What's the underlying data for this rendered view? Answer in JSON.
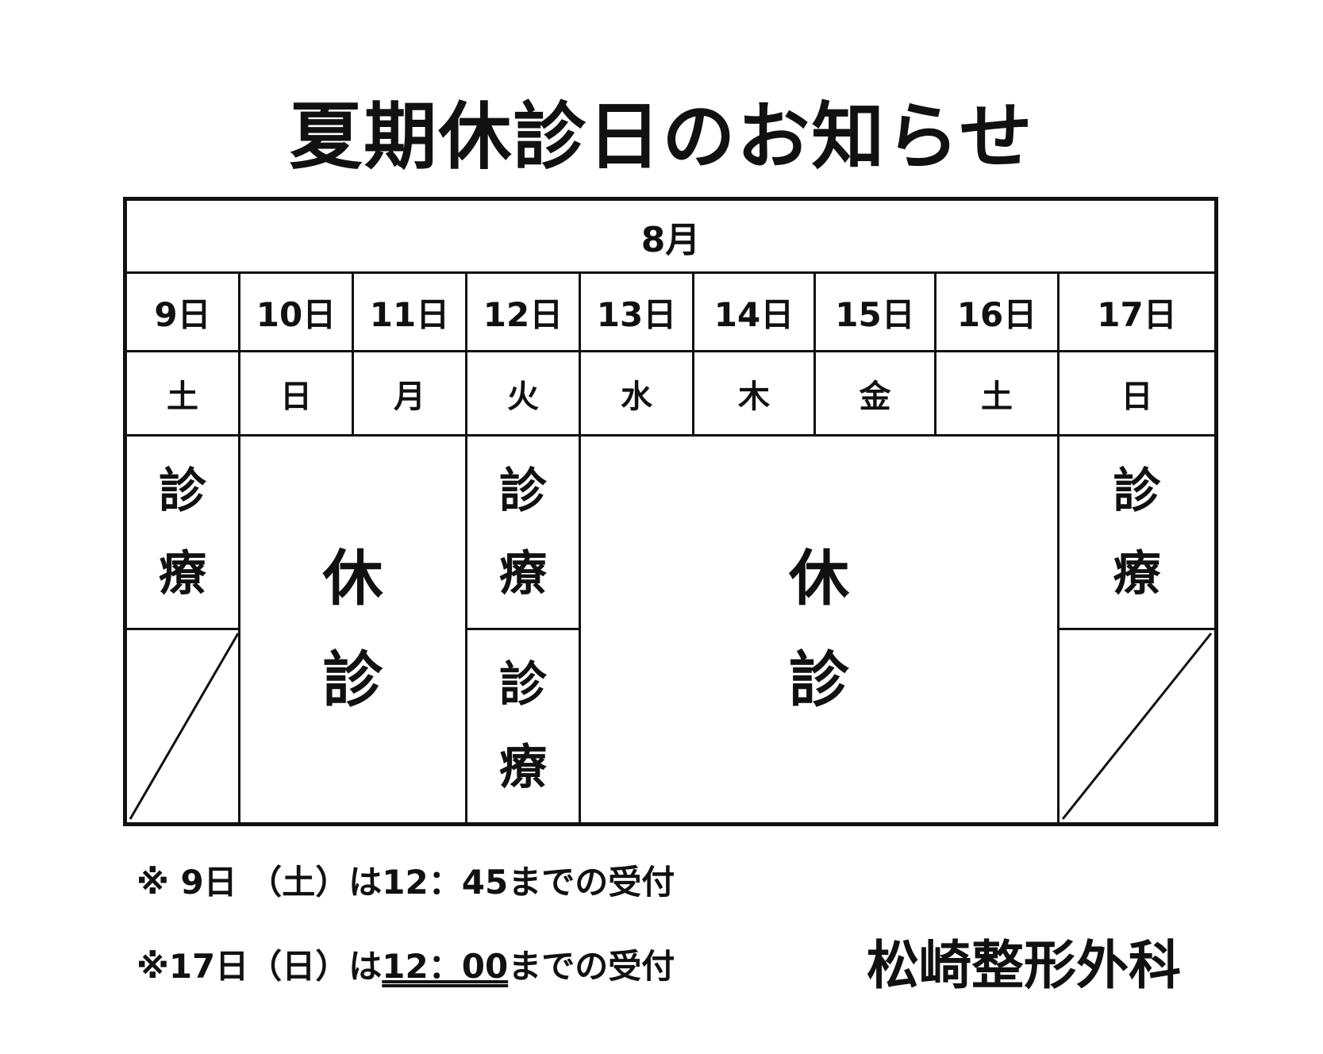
{
  "title": "夏期休診日のお知らせ",
  "month": "8月",
  "dates": [
    "9日",
    "10日",
    "11日",
    "12日",
    "13日",
    "14日",
    "15日",
    "16日",
    "17日"
  ],
  "weekdays": [
    "土",
    "日",
    "月",
    "火",
    "水",
    "木",
    "金",
    "土",
    "日"
  ],
  "status": {
    "open": [
      "診",
      "療"
    ],
    "closed": [
      "休",
      "診"
    ]
  },
  "notes": {
    "note1": "※ 9日 （土）は12：45までの受付",
    "note2_prefix": "※17日（日）は",
    "note2_time": "12：00",
    "note2_suffix": "までの受付"
  },
  "clinic_name": "松崎整形外科"
}
